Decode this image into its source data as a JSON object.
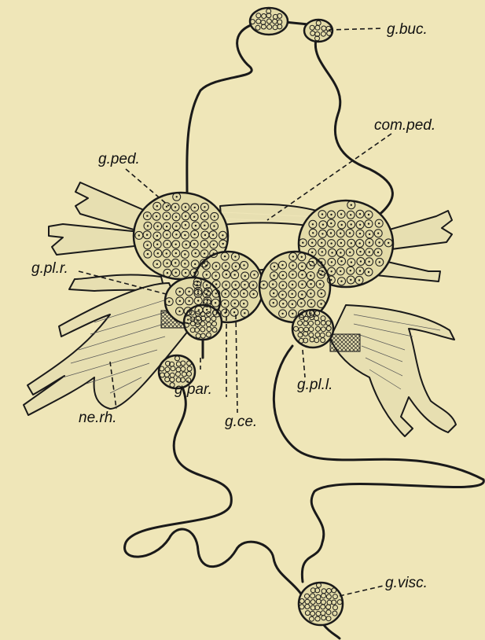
{
  "labels": {
    "g_buc": "g.buc.",
    "com_ped": "com.ped.",
    "g_ped": "g.ped.",
    "g_pl_r": "g.pl.r.",
    "g_pl_l": "g.pl.l.",
    "g_par": "g.par.",
    "ne_rh": "ne.rh.",
    "g_ce": "g.ce.",
    "g_visc": "g.visc."
  },
  "colors": {
    "background": "#efe6b8",
    "ink": "#1a1a1a",
    "ganglion_fill": "#e3dba8"
  }
}
